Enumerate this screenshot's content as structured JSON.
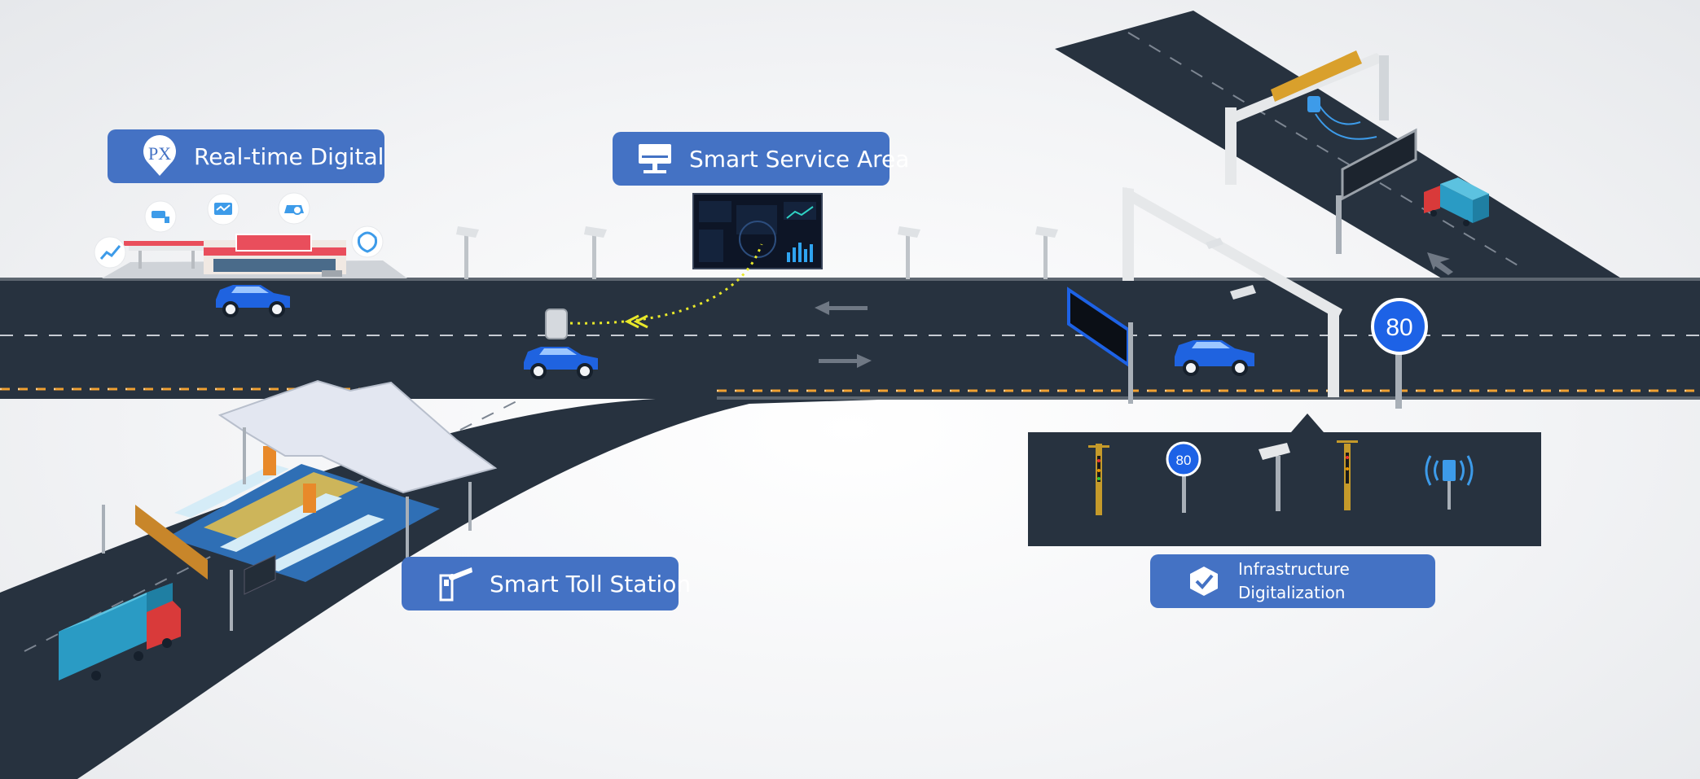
{
  "labels": {
    "realtime": "Real-time Digital",
    "service": "Smart Service Area",
    "toll": "Smart Toll Station",
    "infra_line1": "Infrastructure",
    "infra_line2": "Digitalization"
  },
  "speed_sign": {
    "main": "80",
    "small": "80"
  },
  "logo_text": "PX",
  "colors": {
    "road": "#27323f",
    "label_blue": "#4472c4",
    "lane_white": "#c7ccd3",
    "lane_orange": "#f0a030",
    "car_blue": "#1f63e0",
    "truck_teal": "#2a9bc4",
    "arrow_gray": "#6f7884",
    "data_arrow": "#e8e82a"
  },
  "icons": [
    "map-pin-logo-icon",
    "monitor-icon",
    "toll-gate-icon",
    "check-shield-icon",
    "camera-icon",
    "speed-limit-icon",
    "traffic-light-icon",
    "wireless-sensor-icon",
    "chart-icon",
    "car-icon"
  ]
}
